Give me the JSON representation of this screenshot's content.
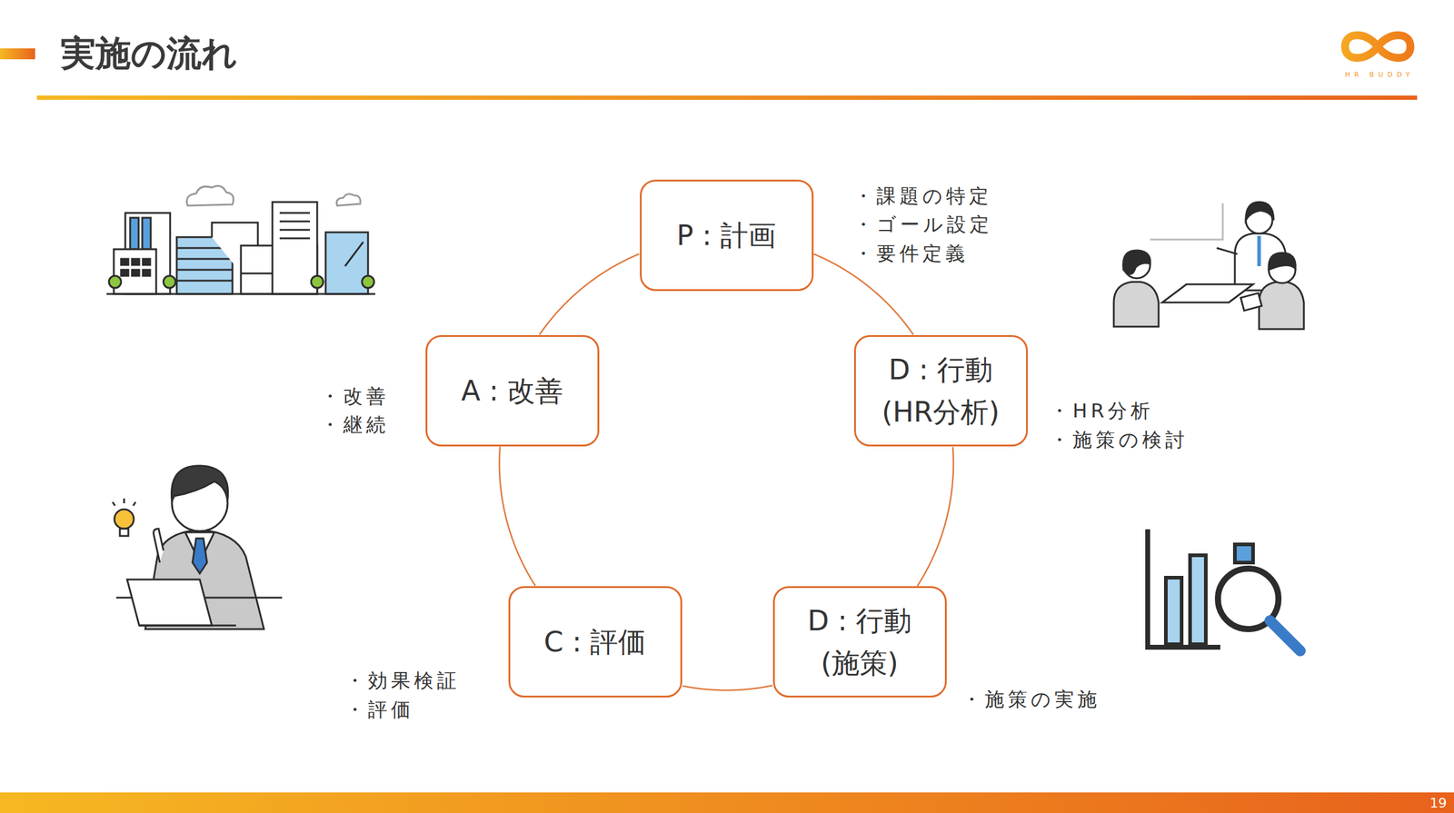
{
  "diagram": {
    "title": "実施の流れ",
    "nodes": [
      {
        "text": [
          "P : 計画"
        ]
      },
      {
        "text": [
          "D : 行動",
          "(HR分析)"
        ]
      },
      {
        "text": [
          "D : 行動",
          "(施策)"
        ]
      },
      {
        "text": [
          "C : 評価"
        ]
      },
      {
        "text": [
          "A : 改善"
        ]
      }
    ],
    "edges": [
      {
        "from": 0,
        "to": 1,
        "arrow": "none"
      },
      {
        "from": 1,
        "to": 2,
        "arrow": "none"
      },
      {
        "from": 2,
        "to": 3,
        "arrow": "none"
      },
      {
        "from": 3,
        "to": 4,
        "arrow": "none"
      },
      {
        "from": 4,
        "to": 0,
        "arrow": "none"
      }
    ],
    "labels": [
      "・課題の特定",
      "・ゴール設定",
      "・要件定義",
      "・HR分析",
      "・施策の検討",
      "・施策の実施",
      "・効果検証",
      "・評価",
      "・改善",
      "・継続",
      "HR BUDDY",
      "19"
    ]
  }
}
